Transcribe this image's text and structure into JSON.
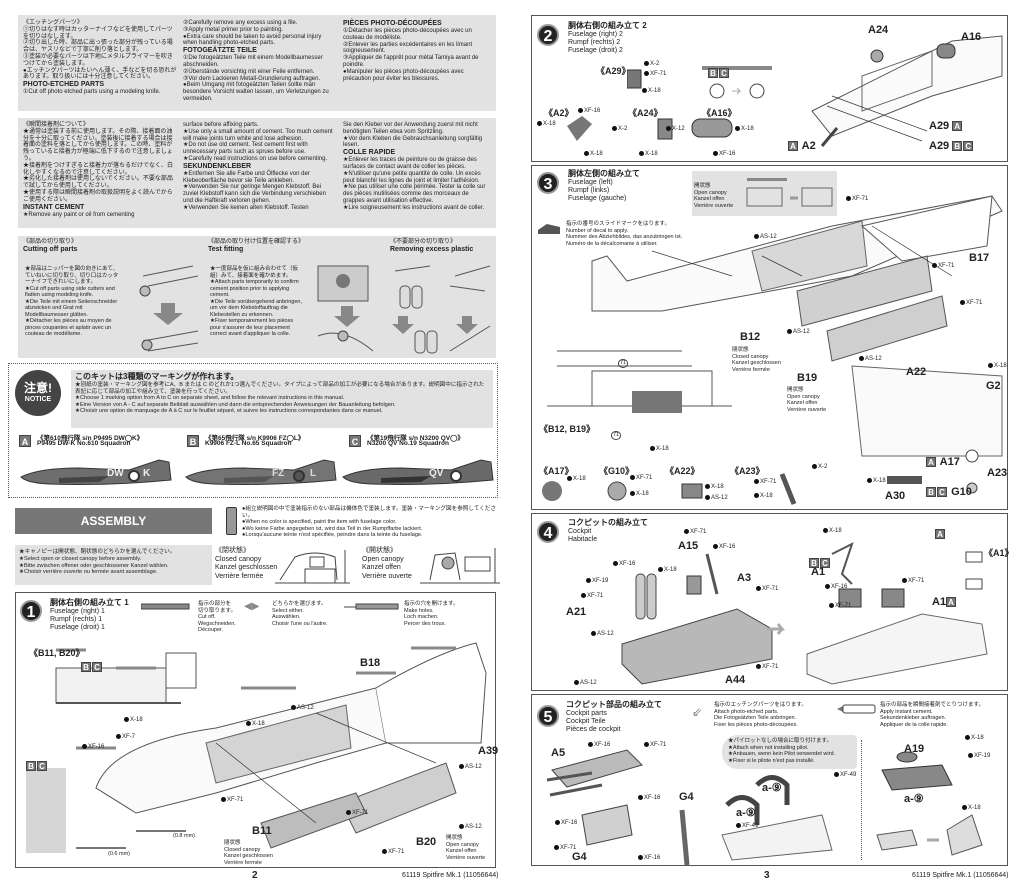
{
  "photo_etched": {
    "col1": [
      "《エッチングパーツ》",
      "①切りはなす時はカッターナイフなどを使用してパーツを切りはなします。",
      "②切り出した時、部品に出っ張った部分が残っている場合は、ヤスリなどで丁寧に削り落とします。",
      "③塗装が必要なパーツは下地にメタルプライマーを吹きつけてから塗装します。",
      "●エッチングパーツはたいへん薄く、手などを切る恐れがあります。取り扱いには十分注意してください。"
    ],
    "en_title": "PHOTO-ETCHED PARTS",
    "en_1": "①Cut off photo etched parts using a modeling knife.",
    "col2": [
      "②Carefully remove any excess using a file.",
      "③Apply metal primer prior to painting.",
      "●Extra care should be taken to avoid personal injury when handling photo-etched parts."
    ],
    "de_title": "FOTOGEÄTZTE TEILE",
    "de": [
      "①Die fotogeätzten Teile mit einem Modellbaumesser abschneiden.",
      "②Überstände vorsichtig mit einer Feile entfernen.",
      "③Vor dem Lackieren Metall-Grundierung auftragen.",
      "●Beim Umgang mit fotogeätzten Teilen sollte man besondere Vorsicht walten lassen, um Verletzungen zu vermeiden."
    ],
    "fr_title": "PIÈCES PHOTO-DÉCOUPÉES",
    "fr": [
      "①Détacher les pièces photo-découpées avec un couteau de modéliste.",
      "②Enlever les parties excédentaires en les limant soigneusement.",
      "③Appliquer de l'apprêt pour métal Tamiya avant de poindre.",
      "●Manipuler les pièces photo-découpées avec précaution pour éviter les blessures."
    ]
  },
  "cement": {
    "col1": [
      "《瞬間接着剤について》",
      "★通常は塗装する前に使用します。その際、接着面の油分を十分に取ってください。塗装後に接着する場合は接着面の塗料を落としてから使用します。この時、塗料が残っていると接着力が極端に低下するので注意しましょう。",
      "★接着剤をつけすぎると接着力が落ちるだけでなく、白化しやすくなるので注意してください。",
      "★劣化した接着剤は使用しないでください。不要な部品で試してから使用してください。",
      "★使用する際は瞬間接着剤の取扱説明をよく読んでからご使用ください。"
    ],
    "en_title": "INSTANT CEMENT",
    "en_1": "★Remove any paint or oil from cementing",
    "col2": [
      "surface before affixing parts.",
      "★Use only a small amount of cement. Too much cement will make joints turn white and lose adhesion.",
      "★Do not use old cement. Test cement first with unnecessary parts such as sprues before use.",
      "★Carefully read instructions on use before cementing."
    ],
    "de_title": "SEKUNDENKLEBER",
    "de": [
      "★Entfernen Sie alle Farbe und Ölflecke von der Klebeoberfläche bevor sie Teile ankleben.",
      "★Verwenden Sie nur geringe Mengen Klebstoff. Bei zuviel Klebstoff kann sich die Verbindung verschieben und die Haftkraft verloren gehen.",
      "★Verwenden Sie keinen alten Klebstoff. Testen"
    ],
    "col3": [
      "Sie den Kleber vor der Anwendung zuerst mit nicht benötigten Teilen etwa vom Spritzling.",
      "★Vor dem Kleben die Gebrauchsanleitung sorgfältig lesen."
    ],
    "fr_title": "COLLE RAPIDE",
    "fr": [
      "★Enlever les traces de peinture ou de graisse des surfaces de contact avant de coller les pièces.",
      "★N'utiliser qu'une petite quantité de colle. Un excès peut blanchir les lignes de joint et limiter l'adhésion.",
      "★Ne pas utiliser une colle périmée. Tester la colle sur des pièces inutilisées comme des morceaux de grappes avant utilisation effective.",
      "★Lire soigneusement les instructions avant de coller."
    ]
  },
  "tips": {
    "cutting": {
      "jp_title": "《部品の切り取り》",
      "title": "Cutting off parts",
      "text": [
        "★部品はニッパーを図の向きにあて、ていねいに切り取り、切り口はカッターナイフできれいにします。",
        "★Cut off parts using side cutters and flatten using modeling knife.",
        "★Die Teile mit einem Seitenschneider abzwicken und Grat mit Modellbaumesser glätten.",
        "★Détacher les pièces au moyen de pinces coupantes et aplatir avec un couteau de modélisme."
      ]
    },
    "fitting": {
      "jp_title": "《部品の取り付け位置を確認する》",
      "title": "Test fitting",
      "text": [
        "★一度部品を仮に組み合わせて（仮組）みて、接着面を確かめます。",
        "★Attach parts temporarily to confirm cement position prior to applying cement.",
        "★Die Teile vorübergehend anbringen, um vor dem Klebstoffauftrag die Klebestellen zu erkennen.",
        "★Fixer temporairement les pièces pour s'assurer de leur placement correct avant d'appliquer la colle."
      ]
    },
    "removing": {
      "jp_title": "《不要部分の切り取り》",
      "title": "Removing excess plastic"
    }
  },
  "notice": {
    "badge_jp": "注意!",
    "badge_en": "NOTICE",
    "title": "このキットは3種類のマーキングが作れます。",
    "lines": [
      "★別紙の塗装・マーキング図を参考にA、B または C のどれか1つ選んでください。タイプによって部品の加工が必要になる場合があります。説明図中に指示された表記に応じて部品の加工や組み立て、塗装を行ってください。",
      "★Choose 1 marking option from A to C on separate sheet, and follow the relevant instructions in this manual.",
      "★Eine Version von A - C auf separate Beiblatt auswählen und dann die entsprechenden Anweisungen der Bauanleitung befolgen.",
      "★Choisir une option de marquage de A à C sur le feuillet séparé, et suivre les instructions correspondantes dans ce manuel."
    ],
    "options": [
      {
        "letter": "A",
        "jp": "《第610飛行隊 s/n P9495 DW◯K》",
        "en": "P9495 DW-K No.610 Squadron",
        "code_l": "DW",
        "code_r": "K"
      },
      {
        "letter": "B",
        "jp": "《第65飛行隊 s/n K9906 FZ◯L》",
        "en": "K9906 FZ-L No.65 Squadron",
        "code_l": "FZ",
        "code_r": "L"
      },
      {
        "letter": "C",
        "jp": "《第19飛行隊 s/n N3200 QV◯》",
        "en": "N3200 QV No.19 Squadron",
        "code_l": "QV",
        "code_r": ""
      }
    ]
  },
  "assembly": {
    "title": "ASSEMBLY",
    "paint_notes": [
      "●組立説明図の中で塗装指示のない部品は機体色で塗装します。塗装・マーキング図を参照してください。",
      "●When no color is specified, paint the item with fuselage color.",
      "●Wo keine Farbe angegeben ist, wird das Teil in der Rumpffarbe lackiert.",
      "●Lorsqu'aucune teinte n'est spécifiée, peindre dans la teinte du fuselage."
    ],
    "canopy_note": [
      "★キャノピーは開状態、閉状態のどちらかを選んでください。",
      "★Select open or closed canopy before assembly.",
      "★Bitte zwischen offener oder geschlossener Kanzel wählen.",
      "★Choisir verrière ouverte ou fermée avant assemblage."
    ],
    "closed": [
      "《閉状態》",
      "Closed canopy",
      "Kanzel geschlossen",
      "Verrière fermée"
    ],
    "open": [
      "《開状態》",
      "Open canopy",
      "Kanzel offen",
      "Verrière ouverte"
    ]
  },
  "step1": {
    "num": "1",
    "title": [
      "胴体右側の組み立て 1",
      "Fuselage (right) 1",
      "Rumpf (rechts) 1",
      "Fuselage (droit) 1"
    ],
    "legend_cut": [
      "指示の部分を",
      "切り取ります。",
      "Cut off.",
      "Wegschneiden.",
      "Découper."
    ],
    "legend_select": [
      "どちらかを選びます。",
      "Select either.",
      "Auswählen.",
      "Choisir l'une ou l'autre."
    ],
    "legend_hole": [
      "指示の穴を開けます。",
      "Make holes.",
      "Loch machen.",
      "Percer des trous."
    ],
    "sub": "《B11, B20》",
    "bc": [
      "B",
      "C"
    ],
    "labels": {
      "x18a": "X-18",
      "xf7": "XF-7",
      "xf16": "XF-16",
      "b18": "B18",
      "x18b": "X-18",
      "as12a": "AS-12",
      "xf71a": "XF-71",
      "b11": "B11",
      "xf71b": "XF-71",
      "a39": "A39",
      "as12b": "AS-12",
      "b20": "B20",
      "as12c": "AS-12",
      "xf71c": "XF-71",
      "d08": "(0.8 mm)",
      "d06": "(0.6 mm)"
    },
    "closed": [
      "閉状態",
      "Closed canopy",
      "Kanzel geschlossen",
      "Verrière fermée"
    ],
    "open": [
      "開状態",
      "Open canopy",
      "Kanzel offen",
      "Verrière ouverte"
    ]
  },
  "step2": {
    "num": "2",
    "title": [
      "胴体右側の組み立て 2",
      "Fuselage (right) 2",
      "Rumpf (rechts) 2",
      "Fuselage (droit) 2"
    ],
    "subs": {
      "a29": "《A29》",
      "a2": "《A2》",
      "a24": "《A24》",
      "a16": "《A16》"
    },
    "paints": {
      "a29_1": "X-2",
      "a29_2": "XF-71",
      "a29_3": "X-18",
      "a2_1": "XF-16",
      "a2_2": "X-18",
      "a2_3": "X-18",
      "a24_1": "X-2",
      "a24_2": "X-18",
      "a16_1": "X-12",
      "a16_2": "X-18",
      "a16_3": "XF-16"
    },
    "parts": {
      "a24": "A24",
      "a16": "A16",
      "a29a": "A29",
      "a29bc": "A29",
      "a2": "A2"
    },
    "letters": [
      "A",
      "B",
      "C"
    ]
  },
  "step3": {
    "num": "3",
    "title": [
      "胴体左側の組み立て",
      "Fuselage (left)",
      "Rumpf (links)",
      "Fuselage (gauche)"
    ],
    "open_box": [
      "開状態",
      "Open canopy",
      "Kanzel offen",
      "Verrière ouverte"
    ],
    "decal_note": [
      "指示の番号のスライドマークをはります。",
      "Number of decal to apply.",
      "Nummer des Abziehbildes, das anzubringen ist.",
      "Numéro de la décalcomanie à utiliser."
    ],
    "labels": {
      "xf71a": "XF-71",
      "b17": "B17",
      "xf71b": "XF-71",
      "xf71c": "XF-71",
      "as12a": "AS-12",
      "b12": "B12",
      "as12b": "AS-12",
      "as12c": "AS-12",
      "b19": "B19",
      "sub": "《B12, B19》",
      "d71a": "71",
      "d71b": "71",
      "x18a": "X-18",
      "a22": "A22",
      "x18b": "X-18",
      "g2": "G2",
      "a17": "A17",
      "a23": "A23",
      "a30": "A30",
      "x18c": "X-18",
      "g10": "G10"
    },
    "closed": [
      "閉状態",
      "Closed canopy",
      "Kanzel geschlossen",
      "Verrière fermée"
    ],
    "open": [
      "開状態",
      "Open canopy",
      "Kanzel offen",
      "Verrière ouverte"
    ],
    "details": [
      {
        "sub": "《A17》",
        "p": [
          "X-18"
        ]
      },
      {
        "sub": "《G10》",
        "p": [
          "XF-71",
          "X-18"
        ]
      },
      {
        "sub": "《A22》",
        "p": [
          "X-18",
          "AS-12"
        ]
      },
      {
        "sub": "《A23》",
        "p": [
          "X-2",
          "XF-71",
          "X-18"
        ]
      }
    ]
  },
  "step4": {
    "num": "4",
    "title": [
      "コクピットの組み立て",
      "Cockpit",
      "Habitacle"
    ],
    "labels": {
      "xf71a": "XF-71",
      "a15": "A15",
      "xf16a": "XF-16",
      "xf16b": "XF-16",
      "xf19": "XF-19",
      "xf71b": "XF-71",
      "a21": "A21",
      "as12a": "AS-12",
      "x18a": "X-18",
      "a3": "A3",
      "xf71c": "XF-71",
      "xf71d": "XF-71",
      "as12b": "AS-12",
      "a44": "A44",
      "x18b": "X-18",
      "a1": "A1",
      "xf16c": "XF-16",
      "xf71e": "XF-71",
      "xf71f": "XF-71",
      "a1a": "A1",
      "sub": "《A1》"
    }
  },
  "step5": {
    "num": "5",
    "title": [
      "コクピット部品の組み立て",
      "Cockpit parts",
      "Cockpit Teile",
      "Pièces de cockpit"
    ],
    "legend_pe": [
      "指示のエッチングパーツをはります。",
      "Attach photo-etched parts.",
      "Die Fotogeätzten Teile anbringen.",
      "Fixer les pièces photo-découpées."
    ],
    "legend_cement": [
      "指示の部品を瞬間接着剤でとりつけます。",
      "Apply instant cement.",
      "Sekundenkleber auftragen.",
      "Appliquer de la colle rapide."
    ],
    "pilot_note": [
      "★パイロットなしの場合に取り付けます。",
      "★Attach when not installing pilot.",
      "★Anbauen, wenn kein Pilot verwendet wird.",
      "★Fixer si le pilote n'est pas installé."
    ],
    "labels": {
      "a5": "A5",
      "xf16a": "XF-16",
      "xf71a": "XF-71",
      "xf16b": "XF-16",
      "xf16c": "XF-16",
      "xf71b": "XF-71",
      "g4a": "G4",
      "xf16d": "XF-16",
      "g4b": "G4",
      "a9a": "a-⑨",
      "xf49a": "XF-49",
      "a9b": "a-⑨",
      "xf49b": "XF-49",
      "a19": "A19",
      "x18a": "X-18",
      "xf19": "XF-19",
      "a9c": "a-⑨",
      "x18b": "X-18"
    }
  },
  "footer": {
    "page_left": "2",
    "page_right": "3",
    "code": "61119  Spitfire Mk.1 (11056644)"
  }
}
